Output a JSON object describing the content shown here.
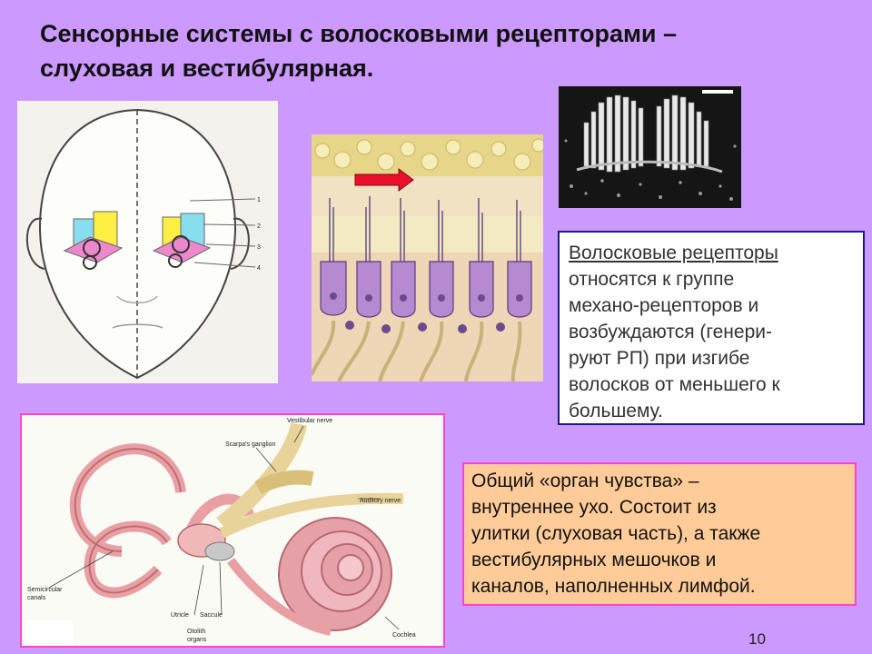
{
  "title": {
    "line1": "Сенсорные системы с волосковыми рецепторами –",
    "line2": "слуховая и вестибулярная."
  },
  "head_figure": {
    "callouts": [
      "1",
      "2",
      "3",
      "4"
    ]
  },
  "receptor_box": {
    "lines": [
      "Волосковые рецепторы",
      "относятся к группе",
      "механо-рецепторов и",
      "возбуждаются (генери-",
      "руют РП) при изгибе",
      "волосков от меньшего к",
      "большему."
    ]
  },
  "organ_box": {
    "lines": [
      "Общий «орган чувства» –",
      "внутреннее ухо. Состоит из",
      "улитки (слуховая часть), а также",
      "вестибулярных мешочков и",
      "каналов, наполненных лимфой."
    ]
  },
  "ear_figure": {
    "labels": {
      "vestibular_nerve": "Vestibular nerve",
      "scarpas_ganglion": "Scarpa's ganglion",
      "auditory_nerve": "Auditory nerve",
      "semicircular": "Semicircular",
      "canals": "canals",
      "utricle": "Utricle",
      "saccule": "Saccule",
      "otolith": "Otolith",
      "organs": "organs",
      "cochlea": "Cochlea"
    }
  },
  "page_number": "10"
}
